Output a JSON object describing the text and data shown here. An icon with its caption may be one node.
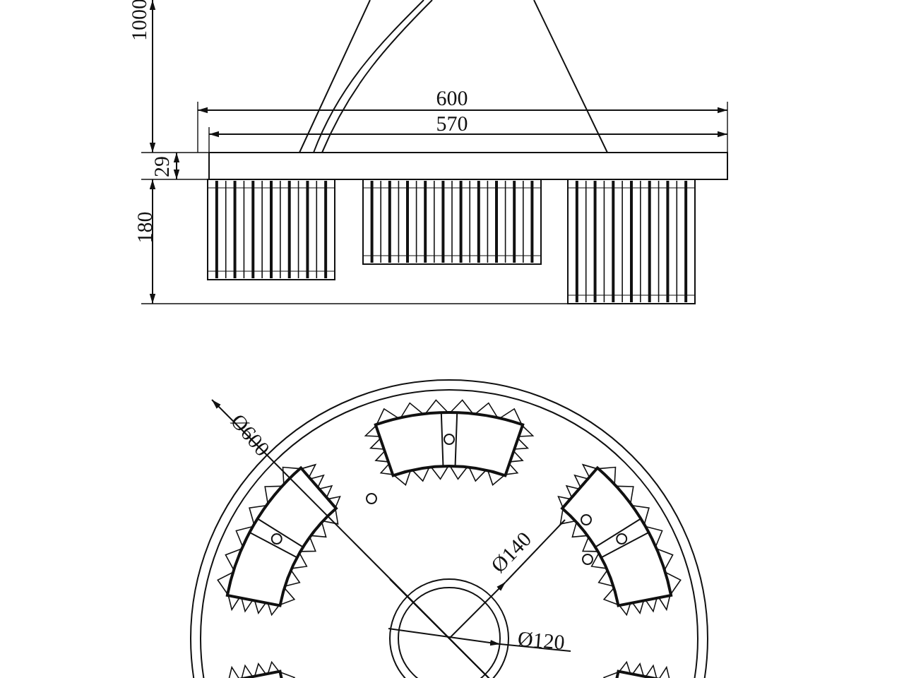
{
  "diagram": {
    "labels": [
      "1000",
      "600",
      "570",
      "29",
      "180",
      "Ø600",
      "Ø140",
      "Ø120"
    ]
  }
}
